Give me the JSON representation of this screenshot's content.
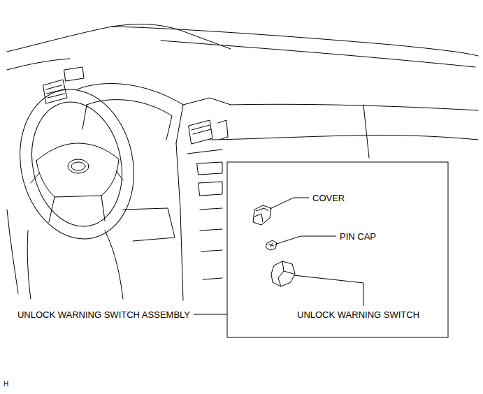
{
  "diagram": {
    "labels": [
      "COVER",
      "PIN CAP",
      "UNLOCK WARNING SWITCH ASSEMBLY",
      "UNLOCK WARNING SWITCH",
      "H"
    ]
  }
}
